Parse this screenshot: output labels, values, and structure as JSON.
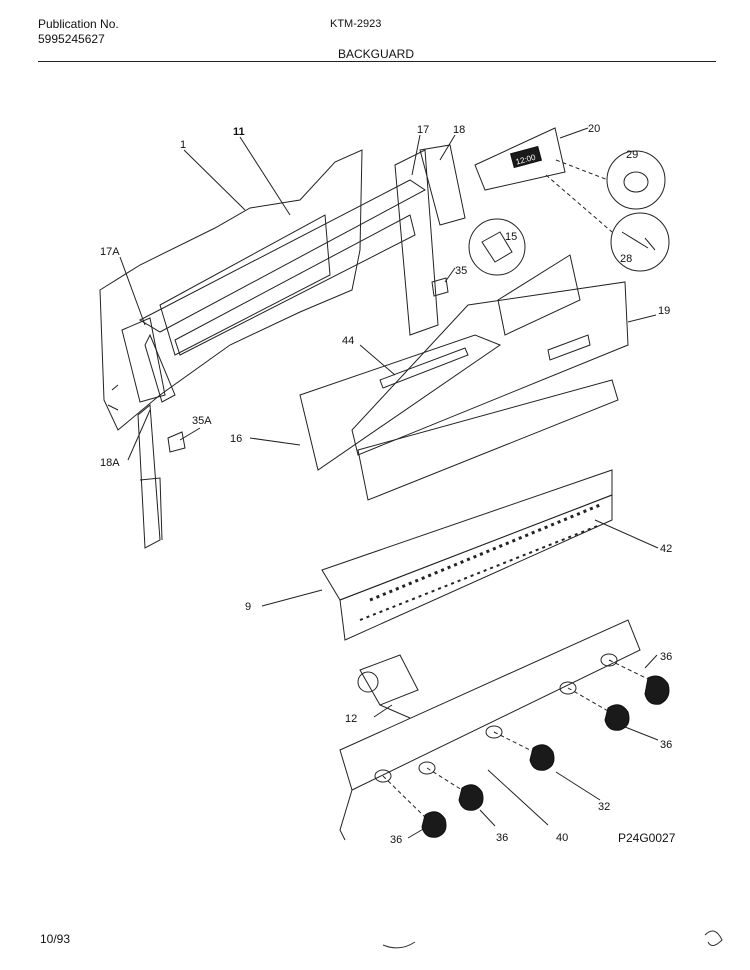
{
  "header": {
    "publication_label": "Publication No.",
    "publication_number": "5995245627",
    "model": "KTM-2923",
    "section_title": "BACKGUARD"
  },
  "footer": {
    "date": "10/93",
    "drawing_number": "P24G0027"
  },
  "diagram": {
    "part_labels": {
      "p1": "1",
      "p11": "11",
      "p17": "17",
      "p18": "18",
      "p20": "20",
      "p29": "29",
      "p15": "15",
      "p28": "28",
      "p35": "35",
      "p17a": "17A",
      "p19": "19",
      "p44": "44",
      "p35a": "35A",
      "p16": "16",
      "p18a": "18A",
      "p42": "42",
      "p9": "9",
      "p36a": "36",
      "p12": "12",
      "p36b": "36",
      "p32": "32",
      "p36c": "36",
      "p36d": "36",
      "p40": "40"
    },
    "clock_display": "12:00"
  }
}
